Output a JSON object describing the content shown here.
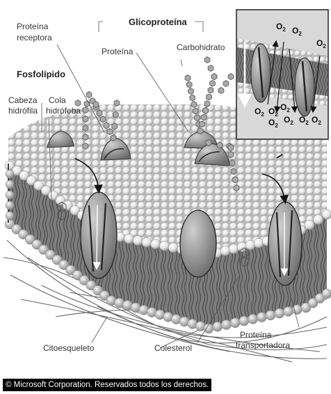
{
  "labels": {
    "glycoprotein": "Glicoproteína",
    "receptor_protein": [
      "Proteína",
      "receptora"
    ],
    "protein": "Proteína",
    "carbohydrate": "Carbohidrato",
    "phospholipid": "Fosfolípido",
    "hydrophilic_head": [
      "Cabeza",
      "hidrófila"
    ],
    "hydrophobic_tail": [
      "Cola",
      "hidrófoba"
    ],
    "cytoskeleton": "Citoesqueleto",
    "cholesterol": "Colesterol",
    "transport_protein": [
      "Proteína",
      "transportadora"
    ]
  },
  "inset": {
    "molecule": "O",
    "subscript": "2"
  },
  "copyright": "© Microsoft Corporation. Reservados todos los derechos.",
  "colors": {
    "sphere_light": "#f4f4f4",
    "sphere_dark": "#9a9a9a",
    "core": "#6a6a6a",
    "protein": "#8c8c8c",
    "inset_bg": "#d8d8d8"
  }
}
